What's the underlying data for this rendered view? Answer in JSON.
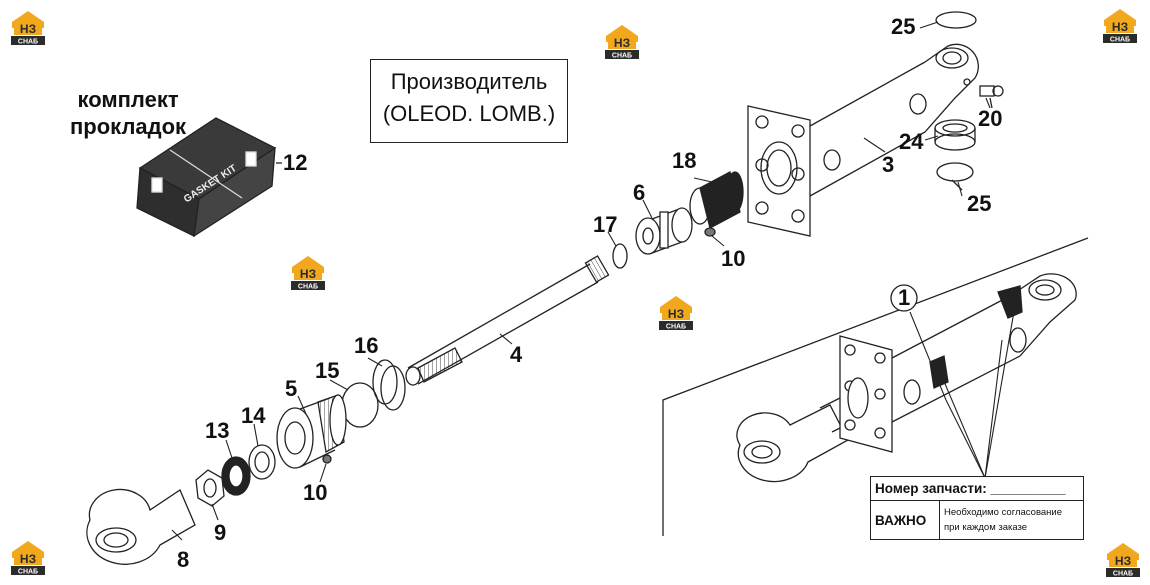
{
  "manufacturer_box": {
    "line1": "Производитель",
    "line2": "(OLEOD. LOMB.)"
  },
  "gasket_kit": {
    "label_line1": "комплект",
    "label_line2": "прокладок",
    "box_print": "GASKET KIT"
  },
  "callouts": [
    {
      "id": "c25a",
      "text": "25"
    },
    {
      "id": "c20",
      "text": "20"
    },
    {
      "id": "c24",
      "text": "24"
    },
    {
      "id": "c3",
      "text": "3"
    },
    {
      "id": "c25b",
      "text": "25"
    },
    {
      "id": "c12",
      "text": "12"
    },
    {
      "id": "c18",
      "text": "18"
    },
    {
      "id": "c6",
      "text": "6"
    },
    {
      "id": "c17",
      "text": "17"
    },
    {
      "id": "c10a",
      "text": "10"
    },
    {
      "id": "c4",
      "text": "4"
    },
    {
      "id": "c16",
      "text": "16"
    },
    {
      "id": "c15",
      "text": "15"
    },
    {
      "id": "c5",
      "text": "5"
    },
    {
      "id": "c13",
      "text": "13"
    },
    {
      "id": "c14",
      "text": "14"
    },
    {
      "id": "c10b",
      "text": "10"
    },
    {
      "id": "c9",
      "text": "9"
    },
    {
      "id": "c8",
      "text": "8"
    },
    {
      "id": "c1",
      "text": "1"
    }
  ],
  "info_table": {
    "part_number_label": "Номер запчасти: __________",
    "important_label": "ВАЖНО",
    "important_note_line1": "Необходимо согласование",
    "important_note_line2": "при каждом заказе"
  },
  "watermark": {
    "top": "НЗ",
    "bottom": "СНАБ",
    "accent_color": "#f2a81d",
    "dark_color": "#2b2b2b"
  }
}
